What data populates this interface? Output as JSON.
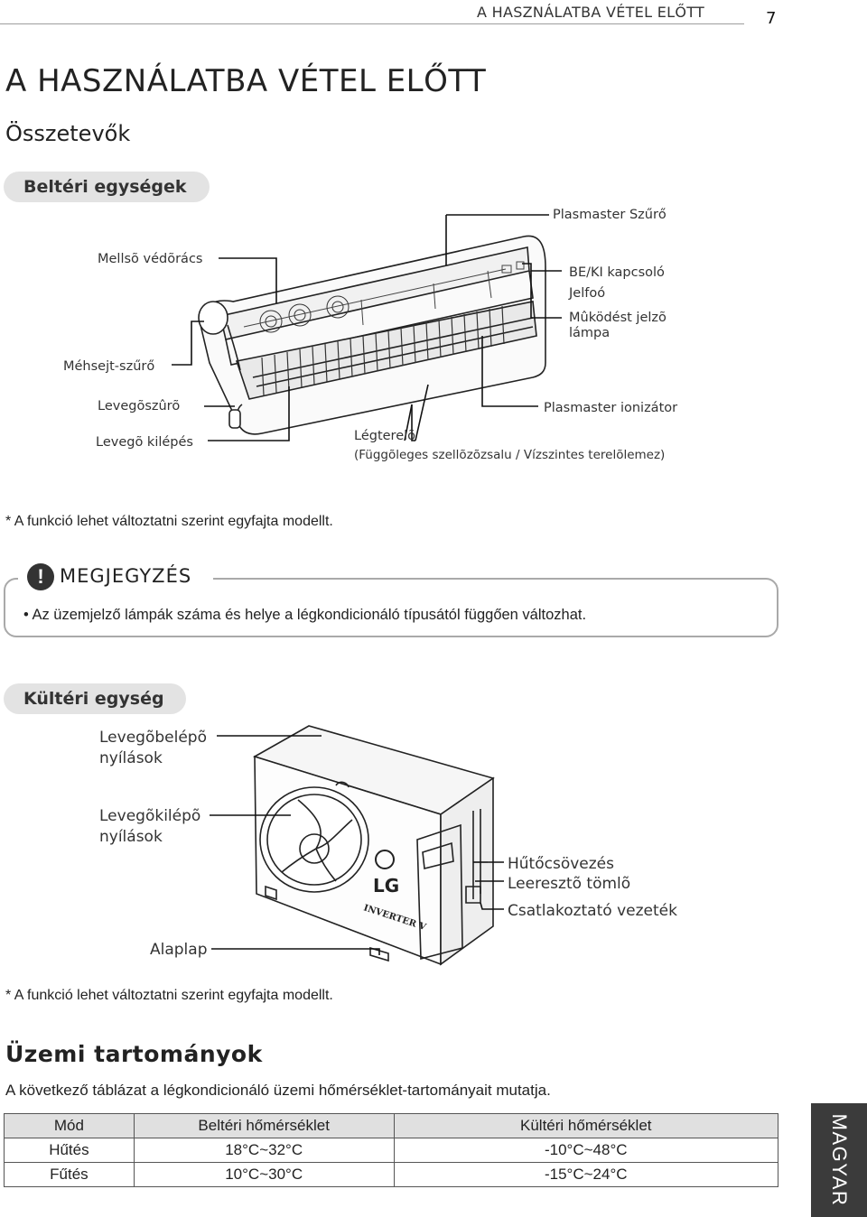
{
  "header": {
    "section": "A HASZNÁLATBA VÉTEL ELŐTT",
    "page": "7"
  },
  "title": "A HASZNÁLATBA VÉTEL ELŐTT",
  "components_title": "Összetevők",
  "indoor": {
    "pill": "Beltéri egységek",
    "labels": {
      "plasmaster_filter": "Plasmaster Szűrő",
      "front_grille": "Mellsõ védõrács",
      "onoff_switch": "BE/KI kapcsoló",
      "signal_receiver": "Jelfoó",
      "operation_lamp_1": "Mûködést jelzõ",
      "operation_lamp_2": "lámpa",
      "honeycomb_filter": "Méhsejt-szűrő",
      "air_filter": "Levegõszûrõ",
      "plasmaster_ionizer": "Plasmaster ionizátor",
      "air_outlet": "Levegõ kilépés",
      "louver_1": "Légterelõ",
      "louver_2": "(Függõleges szellõzõzsalu / Vízszintes terelõlemez)"
    },
    "footnote": "* A funkció lehet változtatni szerint egyfajta modellt."
  },
  "note": {
    "icon": "!",
    "title": "MEGJEGYZÉS",
    "text": "• Az üzemjelző lámpák száma és helye a légkondicionáló típusától függően változhat."
  },
  "outdoor": {
    "pill": "Kültéri egység",
    "labels": {
      "inlet_1": "Levegõbelépõ",
      "inlet_2": "nyílások",
      "outlet_1": "Levegõkilépõ",
      "outlet_2": "nyílások",
      "piping": "Hűtőcsövezés",
      "drain_hose": "Leeresztõ tömlõ",
      "connecting_cable": "Csatlakoztató vezeték",
      "base_plate": "Alaplap"
    },
    "brand": "LG",
    "inverter": "INVERTER V",
    "footnote": "* A funkció lehet változtatni szerint egyfajta modellt."
  },
  "ranges": {
    "title": "Üzemi tartományok",
    "intro": "A következő táblázat a légkondicionáló üzemi hőmérséklet-tartományait mutatja.",
    "headers": [
      "Mód",
      "Beltéri hőmérséklet",
      "Kültéri hőmérséklet"
    ],
    "rows": [
      [
        "Hűtés",
        "18°C~32°C",
        "-10°C~48°C"
      ],
      [
        "Fűtés",
        "10°C~30°C",
        "-15°C~24°C"
      ]
    ]
  },
  "side_tab": "MAGYAR"
}
